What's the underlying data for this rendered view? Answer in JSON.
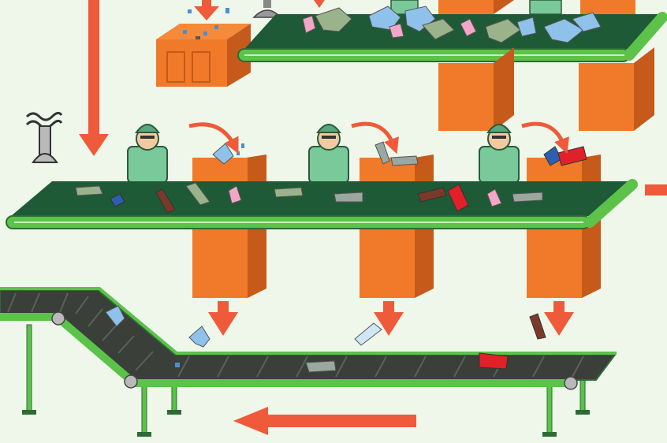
{
  "scene": {
    "colors": {
      "background": "#eef7ea",
      "belt_top": "#1f5a36",
      "belt_edge": "#5cc24a",
      "bin": "#f07a2a",
      "bin_dark": "#c65a1a",
      "arrow": "#ef5a3a",
      "worker_shirt": "#79c99a",
      "conveyor_dark": "#3a3f3a",
      "conveyor_frame": "#5cc24a"
    },
    "workers": [
      {
        "name": "worker-1",
        "station": "bin-1"
      },
      {
        "name": "worker-2",
        "station": "bin-2"
      },
      {
        "name": "worker-3",
        "station": "bin-3"
      }
    ],
    "items": {
      "types": [
        "glass-bottle",
        "plastic-film",
        "paper-scrap",
        "metal-can",
        "brown-bottle"
      ]
    }
  }
}
